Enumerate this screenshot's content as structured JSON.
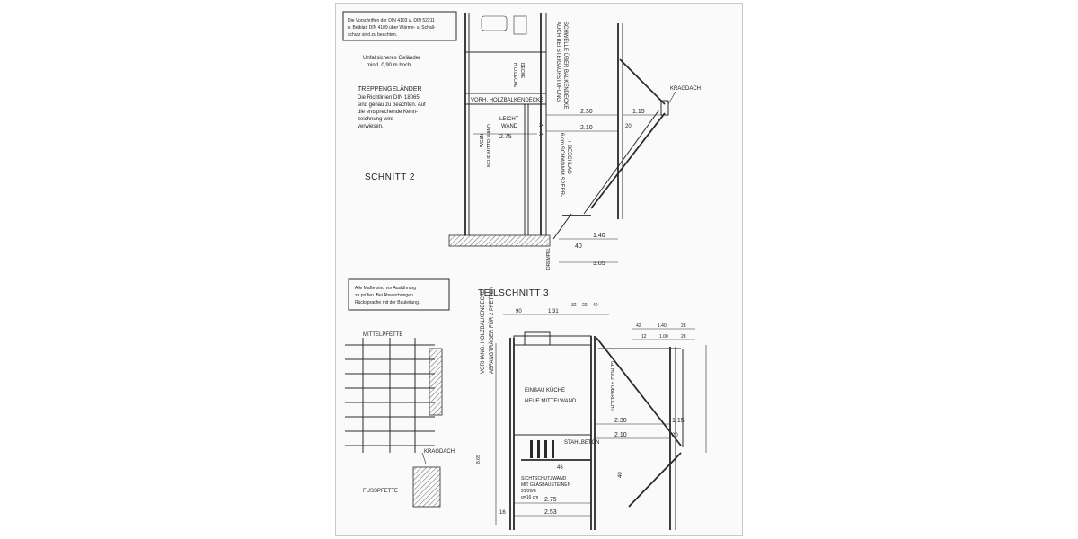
{
  "notes": {
    "din_note": [
      "Die Vorschriften der DIN 4103 u. DIN 52211",
      "u. Beiblatt DIN 4109 über Wärme- u. Schall-",
      "schutz sind zu beachten."
    ],
    "railing_note": [
      "Unfallsicheres Geländer",
      "mind. 0,90 m hoch"
    ],
    "stair_title": "TREPPENGELÄNDER",
    "stair_text": [
      "Die Richtlinien DIN 18065",
      "sind genau zu beachten. Auf",
      "die entsprechende Kenn-",
      "zeichnung wird",
      "verwiesen."
    ],
    "check_note": [
      "Alle Maße sind vor Ausführung",
      "zu prüfen. Bei Abweichungen",
      "Rücksprache mit der Bauleitung."
    ]
  },
  "section1": {
    "title": "SCHNITT 2",
    "labels": {
      "ceiling": "VORH. HOLZBALKENDECKE",
      "wall_1": "LEICHT-",
      "wall_2": "WAND",
      "middle_wall": "NEUE MITTELWAND",
      "wc": "WC&N",
      "kragdach": "KRAGDACH",
      "drempel": "DREMPEL",
      "riser_1": "AUCH BEI STEIGAUFSTUFUNG",
      "riser_2": "SCHWELLE ÜBER BALKENDECKE",
      "sealing_1": "6 cm SCHWAMM SPERR-",
      "sealing_2": "+ BESCHLAG",
      "upper_1": "DECKE",
      "upper_2": "H.O.DECKE"
    },
    "dims": {
      "d230": "2.30",
      "d115": "1.15",
      "d210": "2.10",
      "d20": "20",
      "d275": "2.75",
      "d24a": "24",
      "d24b": "24",
      "d140": "1.40",
      "d40": "40",
      "d305": "3.05"
    }
  },
  "section2": {
    "title": "TEILSCHNITT 3",
    "labels": {
      "mittelpfette": "MITTELPFETTE",
      "kragdach": "KRAGDACH",
      "fusspfette": "FUSSPFETTE",
      "ceiling_left": "VORHANG. HOLZBALKENDECKE",
      "support": "ABFANGTRÄGER FÜR 2 PFETTEN",
      "kitchen": "EINBAU KÜCHE",
      "middle_wall": "NEUE MITTELWAND",
      "stahlbeton": "STAHLBETON",
      "screen_1": "SICHTSCHUTZWAND",
      "screen_2": "MIT GLASBAUSTEINEN",
      "screen_3": "91/26/8",
      "screen_4": "g=16 cm",
      "vert_note": "GL HOLZ + OBERLICHT"
    },
    "dims": {
      "d90": "90",
      "d131": "1.31",
      "d32": "32",
      "d22": "22",
      "d40a": "40",
      "d42": "42",
      "d140": "1.40",
      "d28": "28",
      "d12": "12",
      "d100": "1.00",
      "d28b": "28",
      "d230": "2.30",
      "d115": "1.15",
      "d210": "2.10",
      "d20": "20",
      "d46": "46",
      "d40b": "40",
      "d275": "2.75",
      "d253": "2.53",
      "d16": "16",
      "d865": "8.65"
    }
  }
}
